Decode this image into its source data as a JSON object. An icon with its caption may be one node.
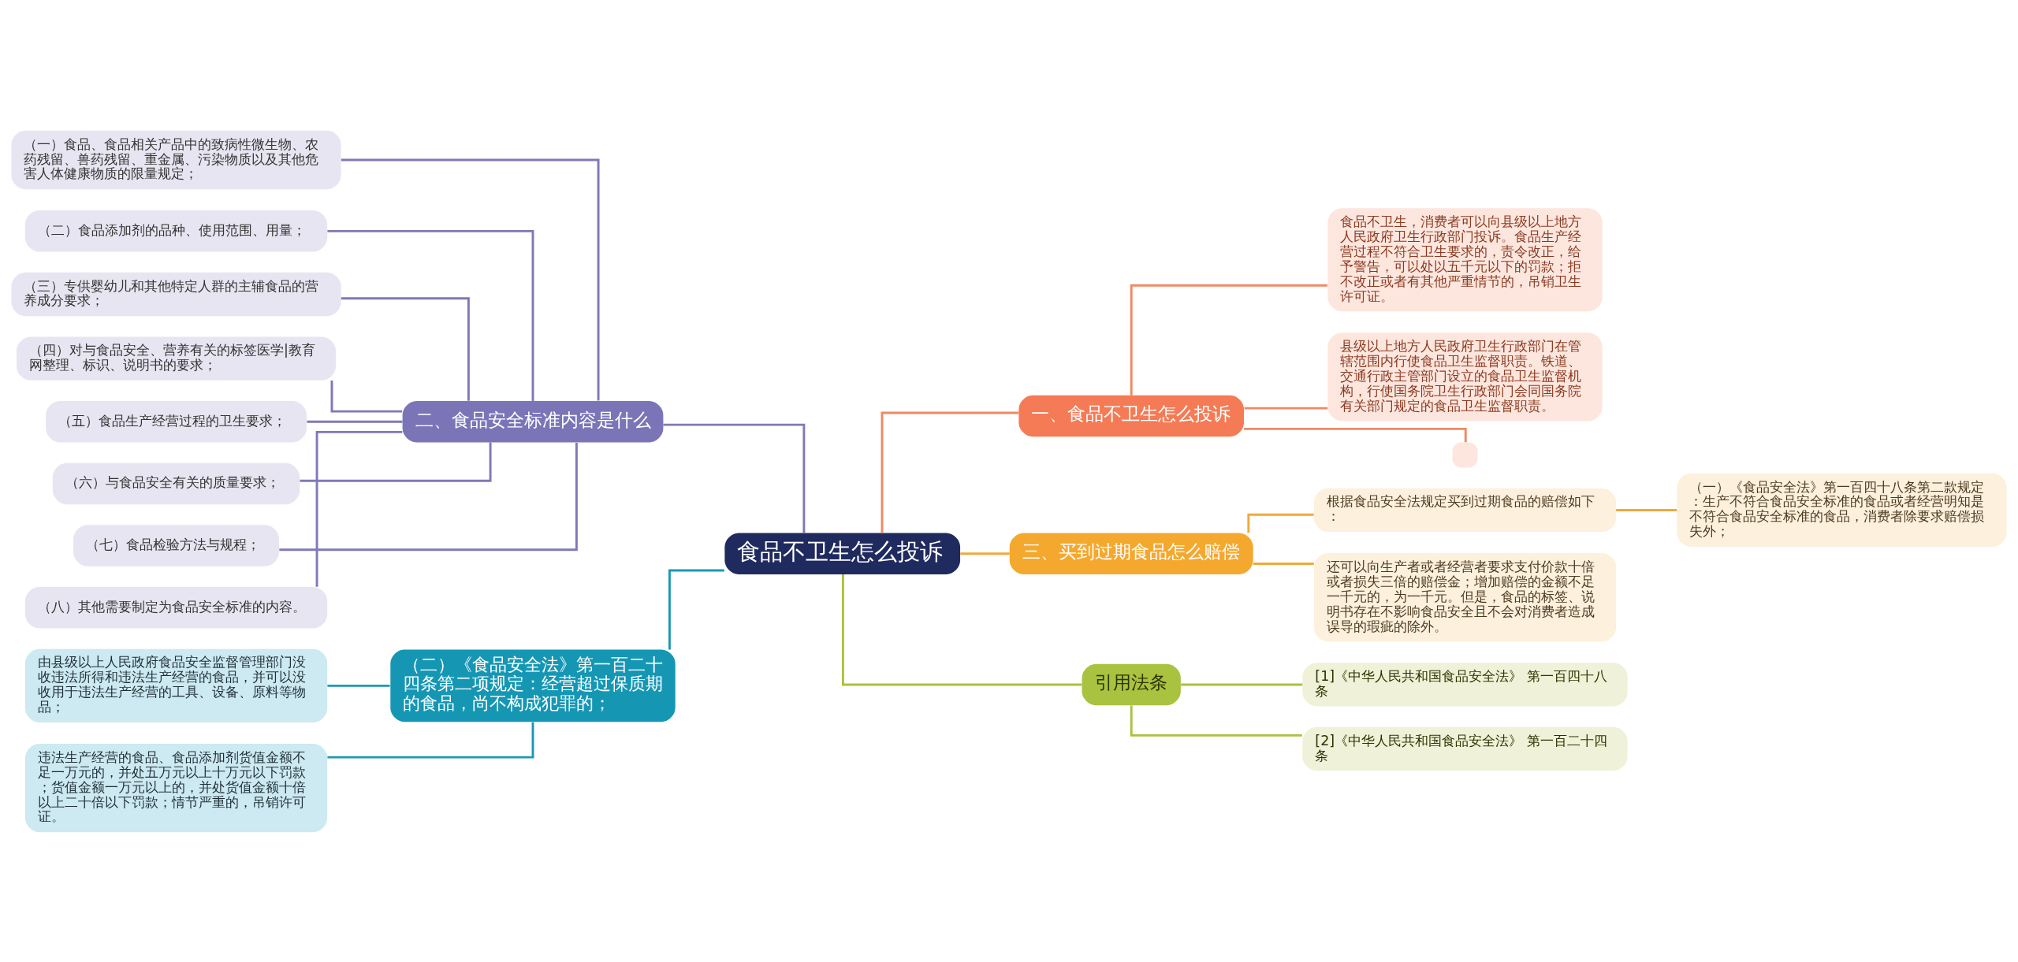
{
  "diagram": {
    "nodes": [
      {
        "text": [
          "食品不卫生怎么投诉"
        ]
      },
      {
        "text": [
          "一、食品不卫生怎么投诉"
        ]
      },
      {
        "text": [
          "食品不卫生，消费者可以向县级以上地方人民政府卫生行政部门投诉。食品生产经营过程不符合卫生要求的，责令改正，给予警告，可以处以五千元以下的罚款；拒不改正或者有其他严重情节的，吊销卫生许可证。"
        ]
      },
      {
        "text": [
          "县级以上地方人民政府卫生行政部门在管辖范围内行使食品卫生监督职责。铁道、交通行政主管部门设立的食品卫生监督机构，行使国务院卫生行政部门会同国务院有关部门规定的食品卫生监督职责。"
        ]
      },
      {
        "text": [],
        "shape": "box"
      },
      {
        "text": [
          "三、买到过期食品怎么赔偿"
        ]
      },
      {
        "text": [
          "根据食品安全法规定买到过期食品的赔偿如下："
        ]
      },
      {
        "text": [
          "（一）《食品安全法》第一百四十八条第二款规定：生产不符合食品安全标准的食品或者经营明知是不符合食品安全标准的食品，消费者除要求赔偿损失外；"
        ]
      },
      {
        "text": [
          "还可以向生产者或者经营者要求支付价款十倍或者损失三倍的赔偿金；增加赔偿的金额不足一千元的，为一千元。但是，食品的标签、说明书存在不影响食品安全且不会对消费者造成误导的瑕疵的除外。"
        ]
      },
      {
        "text": [
          "引用法条"
        ]
      },
      {
        "text": [
          "[1]《中华人民共和国食品安全法》 第一百四十八条"
        ]
      },
      {
        "text": [
          "[2]《中华人民共和国食品安全法》 第一百二十四条"
        ]
      },
      {
        "text": [
          "二、食品安全标准内容是什么"
        ]
      },
      {
        "text": [
          "（一）食品、食品相关产品中的致病性微生物、农药残留、兽药残留、重金属、污染物质以及其他危害人体健康物质的限量规定；"
        ]
      },
      {
        "text": [
          "（二）食品添加剂的品种、使用范围、用量；"
        ]
      },
      {
        "text": [
          "（三）专供婴幼儿和其他特定人群的主辅食品的营养成分要求；"
        ]
      },
      {
        "text": [
          "（四）对与食品安全、营养有关的标签医学|教育网整理、标识、说明书的要求；"
        ]
      },
      {
        "text": [
          "（五）食品生产经营过程的卫生要求；"
        ]
      },
      {
        "text": [
          "（六）与食品安全有关的质量要求；"
        ]
      },
      {
        "text": [
          "（七）食品检验方法与规程；"
        ]
      },
      {
        "text": [
          "（八）其他需要制定为食品安全标准的内容。"
        ]
      },
      {
        "text": [
          "（二）《食品安全法》第一百二十四条第二项规定：经营超过保质期的食品，尚不构成犯罪的；"
        ]
      },
      {
        "text": [
          "由县级以上人民政府食品安全监督管理部门没收违法所得和违法生产经营的食品，并可以没收用于违法生产经营的工具、设备、原料等物品；"
        ]
      },
      {
        "text": [
          "违法生产经营的食品、食品添加剂货值金额不足一万元的，并处五万元以上十万元以下罚款；货值金额一万元以上的，并处货值金额十倍以上二十倍以下罚款；情节严重的，吊销许可证。"
        ]
      }
    ],
    "edges": [
      {
        "from": 0,
        "to": 1,
        "arrow": "none",
        "color": "#ef8a62"
      },
      {
        "from": 1,
        "to": 2,
        "arrow": "none",
        "color": "#ef8a62"
      },
      {
        "from": 1,
        "to": 3,
        "arrow": "none",
        "color": "#ef8a62"
      },
      {
        "from": 1,
        "to": 4,
        "arrow": "none",
        "color": "#ef8a62"
      },
      {
        "from": 0,
        "to": 5,
        "arrow": "none",
        "color": "#f0a93a"
      },
      {
        "from": 5,
        "to": 6,
        "arrow": "none",
        "color": "#f0a93a"
      },
      {
        "from": 6,
        "to": 7,
        "arrow": "none",
        "color": "#f0a93a"
      },
      {
        "from": 5,
        "to": 8,
        "arrow": "none",
        "color": "#f0a93a"
      },
      {
        "from": 0,
        "to": 9,
        "arrow": "none",
        "color": "#a9c23f"
      },
      {
        "from": 9,
        "to": 10,
        "arrow": "none",
        "color": "#a9c23f"
      },
      {
        "from": 9,
        "to": 11,
        "arrow": "none",
        "color": "#a9c23f"
      },
      {
        "from": 0,
        "to": 12,
        "arrow": "none"
      },
      {
        "from": 12,
        "to": 13,
        "arrow": "none"
      },
      {
        "from": 12,
        "to": 14,
        "arrow": "none"
      },
      {
        "from": 12,
        "to": 15,
        "arrow": "none"
      },
      {
        "from": 12,
        "to": 16,
        "arrow": "none"
      },
      {
        "from": 12,
        "to": 17,
        "arrow": "none"
      },
      {
        "from": 12,
        "to": 18,
        "arrow": "none"
      },
      {
        "from": 12,
        "to": 19,
        "arrow": "none"
      },
      {
        "from": 12,
        "to": 20,
        "arrow": "none"
      },
      {
        "from": 0,
        "to": 21,
        "arrow": "none",
        "color": "#1c98b4"
      },
      {
        "from": 21,
        "to": 22,
        "arrow": "none",
        "color": "#1c98b4"
      },
      {
        "from": 21,
        "to": 23,
        "arrow": "none",
        "color": "#1c98b4"
      }
    ]
  }
}
